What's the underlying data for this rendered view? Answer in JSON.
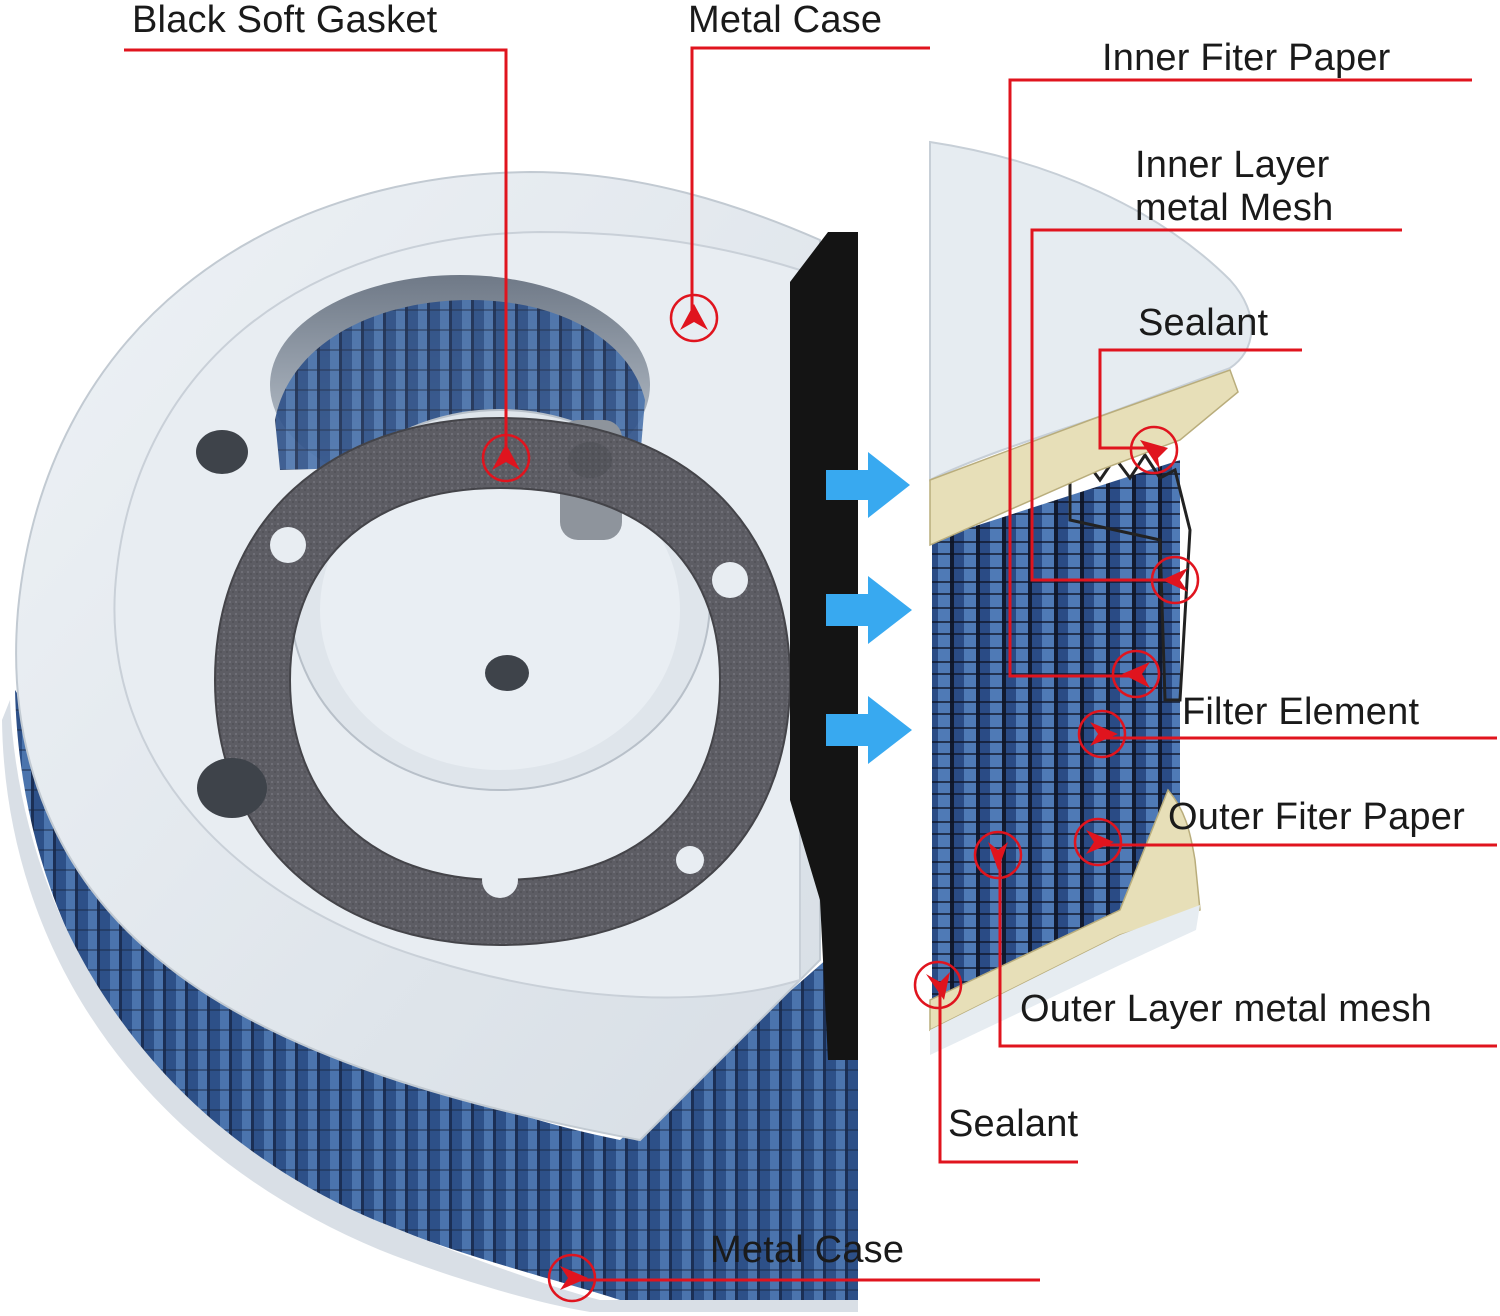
{
  "labels": {
    "black_soft_gasket": "Black Soft Gasket",
    "metal_case_top": "Metal Case",
    "inner_filter_paper": "Inner Fiter Paper",
    "inner_layer_mesh_line1": "Inner Layer",
    "inner_layer_mesh_line2": "metal Mesh",
    "sealant_top": "Sealant",
    "filter_element": "Filter Element",
    "outer_filter_paper": "Outer Fiter Paper",
    "outer_layer_mesh": "Outer Layer metal mesh",
    "sealant_bottom": "Sealant",
    "metal_case_bottom": "Metal Case"
  },
  "colors": {
    "leader_line": "#e0141e",
    "arrow": "#38a9f0",
    "case": "#e4eaef",
    "filter_blue": "#31578f",
    "sealant": "#e7dfb8",
    "gasket": "#5f5f66"
  }
}
